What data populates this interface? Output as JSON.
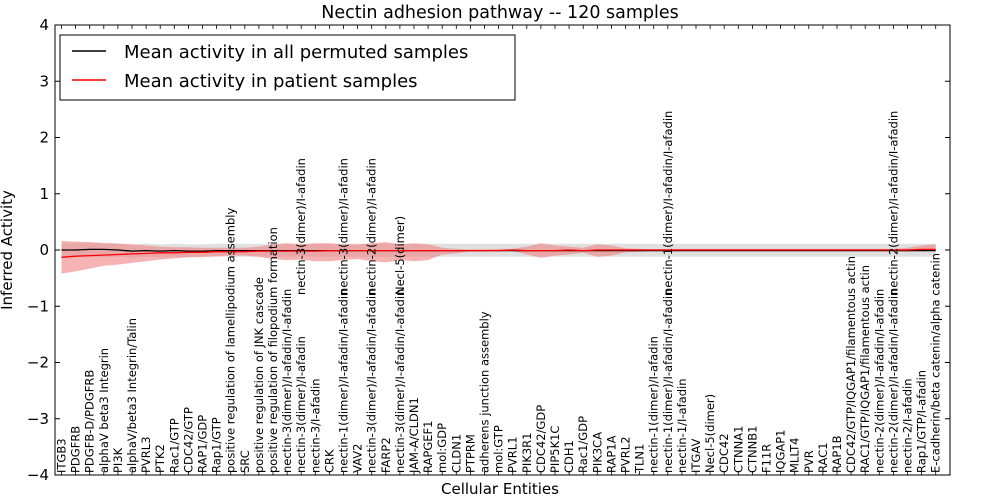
{
  "chart_data": {
    "type": "line",
    "title": "Nectin adhesion pathway -- 120 samples",
    "xlabel": "Cellular Entities",
    "ylabel": "Inferred Activity",
    "ylim": [
      -4,
      4
    ],
    "yticks": [
      "−4",
      "−3",
      "−2",
      "−1",
      "0",
      "1",
      "2",
      "3",
      "4"
    ],
    "legend_position": "top-left",
    "grid": false,
    "categories": [
      "ITGB3",
      "PDGFRB",
      "PDGFB-D/PDGFRB",
      "alphaV beta3 Integrin",
      "PI3K",
      "alphaV/beta3 Integrin/Talin",
      "PVRL3",
      "PTK2",
      "Rac1/GTP",
      "CDC42/GTP",
      "RAP1/GDP",
      "Rap1/GTP",
      "positive regulation of lamellipodium assembly",
      "SRC",
      "positive regulation of JNK cascade",
      "positive regulation of filopodium formation",
      "nectin-3(dimer)/I-afadin/I-afadin",
      "nectin-3(dimer)/I-afadin",
      "nectin-3/I-afadin",
      "CRK",
      "nectin-1(dimer)/I-afadin/I-afadin",
      "VAV2",
      "nectin-3(dimer)/I-afadin/I-afadin",
      "FARP2",
      "nectin-3(dimer)/I-afadin/I-afadin",
      "JAM-A/CLDN1",
      "RAPGEF1",
      "mol:GDP",
      "CLDN1",
      "PTPRM",
      "adherens junction assembly",
      "mol:GTP",
      "PVRL1",
      "PIK3R1",
      "CDC42/GDP",
      "PIP5K1C",
      "CDH1",
      "Rac1/GDP",
      "PIK3CA",
      "RAP1A",
      "PVRL2",
      "TLN1",
      "nectin-1(dimer)/I-afadin",
      "nectin-1(dimer)/I-afadin/I-afadin",
      "nectin-1/I-afadin",
      "ITGAV",
      "Necl-5(dimer)",
      "CDC42",
      "CTNNA1",
      "CTNNB1",
      "F11R",
      "IQGAP1",
      "MLLT4",
      "PVR",
      "RAC1",
      "RAP1B",
      "CDC42/GTP/IQGAP1/filamentous actin",
      "RAC1/GTP/IQGAP1/filamentous actin",
      "nectin-2(dimer)/I-afadin/I-afadin",
      "nectin-2(dimer)/I-afadin/I-afadin",
      "nectin-2/I-afadin",
      "Rap1/GTP/I-afadin",
      "E-cadherin/beta catenin/alpha catenin"
    ],
    "upper_labels": [
      {
        "index": 17,
        "text": "nectin-3(dimer)/I-afadin"
      },
      {
        "index": 20,
        "text": "nectin-3(dimer)/I-afadin"
      },
      {
        "index": 22,
        "text": "nectin-2(dimer)/I-afadin"
      },
      {
        "index": 24,
        "text": "Necl-5(dimer)"
      },
      {
        "index": 43,
        "text": "nectin-1(dimer)/I-afadin/I-afadin"
      },
      {
        "index": 59,
        "text": "nectin-2(dimer)/I-afadin/I-afadin"
      }
    ],
    "series": [
      {
        "name": "Mean activity in all permuted samples",
        "color": "#000000",
        "band_color": "#bbbbbb",
        "values": [
          0.0,
          0.0,
          0.01,
          0.01,
          0.0,
          -0.02,
          -0.01,
          -0.02,
          -0.01,
          -0.02,
          -0.02,
          -0.01,
          -0.01,
          -0.01,
          -0.01,
          -0.01,
          -0.01,
          -0.01,
          -0.01,
          -0.01,
          -0.01,
          -0.01,
          -0.01,
          -0.01,
          -0.01,
          -0.01,
          -0.01,
          -0.01,
          -0.01,
          -0.01,
          -0.01,
          -0.01,
          -0.01,
          -0.01,
          -0.01,
          -0.01,
          -0.01,
          -0.01,
          -0.01,
          -0.01,
          -0.01,
          -0.01,
          -0.01,
          -0.01,
          -0.01,
          -0.01,
          -0.01,
          -0.01,
          -0.01,
          -0.01,
          -0.01,
          -0.01,
          -0.01,
          -0.01,
          -0.01,
          -0.01,
          -0.01,
          -0.01,
          -0.01,
          -0.01,
          -0.01,
          -0.01,
          -0.01
        ],
        "lower": [
          -0.14,
          -0.12,
          -0.12,
          -0.13,
          -0.12,
          -0.14,
          -0.12,
          -0.13,
          -0.12,
          -0.13,
          -0.13,
          -0.12,
          -0.12,
          -0.12,
          -0.12,
          -0.12,
          -0.12,
          -0.12,
          -0.12,
          -0.12,
          -0.12,
          -0.12,
          -0.12,
          -0.12,
          -0.12,
          -0.12,
          -0.12,
          -0.12,
          -0.12,
          -0.12,
          -0.12,
          -0.12,
          -0.12,
          -0.12,
          -0.12,
          -0.12,
          -0.12,
          -0.12,
          -0.12,
          -0.12,
          -0.12,
          -0.12,
          -0.12,
          -0.12,
          -0.12,
          -0.12,
          -0.12,
          -0.12,
          -0.12,
          -0.12,
          -0.12,
          -0.12,
          -0.12,
          -0.12,
          -0.12,
          -0.12,
          -0.12,
          -0.12,
          -0.12,
          -0.12,
          -0.12,
          -0.12,
          -0.12
        ],
        "upper": [
          0.12,
          0.12,
          0.13,
          0.13,
          0.12,
          0.1,
          0.11,
          0.1,
          0.11,
          0.1,
          0.1,
          0.11,
          0.11,
          0.11,
          0.11,
          0.11,
          0.11,
          0.11,
          0.11,
          0.11,
          0.11,
          0.11,
          0.11,
          0.11,
          0.11,
          0.11,
          0.11,
          0.11,
          0.11,
          0.11,
          0.11,
          0.11,
          0.11,
          0.11,
          0.11,
          0.11,
          0.11,
          0.11,
          0.11,
          0.11,
          0.11,
          0.11,
          0.11,
          0.11,
          0.11,
          0.11,
          0.11,
          0.11,
          0.11,
          0.11,
          0.11,
          0.11,
          0.11,
          0.11,
          0.11,
          0.11,
          0.11,
          0.11,
          0.11,
          0.11,
          0.11,
          0.11,
          0.11
        ]
      },
      {
        "name": "Mean activity in patient samples",
        "color": "#ff0000",
        "band_color": "#f08080",
        "values": [
          -0.13,
          -0.11,
          -0.1,
          -0.09,
          -0.08,
          -0.07,
          -0.06,
          -0.05,
          -0.05,
          -0.04,
          -0.04,
          -0.03,
          -0.03,
          -0.03,
          -0.02,
          -0.02,
          -0.02,
          -0.02,
          -0.02,
          -0.01,
          -0.01,
          -0.01,
          -0.01,
          -0.01,
          -0.01,
          -0.01,
          -0.01,
          -0.01,
          -0.01,
          -0.01,
          -0.01,
          -0.01,
          0.0,
          -0.01,
          -0.01,
          -0.01,
          0.0,
          -0.01,
          0.0,
          0.0,
          0.0,
          0.0,
          0.0,
          0.0,
          0.0,
          0.0,
          0.0,
          0.0,
          0.0,
          0.0,
          0.0,
          0.0,
          0.0,
          0.0,
          0.0,
          0.0,
          0.0,
          0.0,
          0.0,
          0.0,
          0.0,
          0.01,
          0.01
        ],
        "lower": [
          -0.42,
          -0.38,
          -0.33,
          -0.28,
          -0.26,
          -0.23,
          -0.2,
          -0.17,
          -0.15,
          -0.13,
          -0.12,
          -0.11,
          -0.1,
          -0.1,
          -0.12,
          -0.16,
          -0.18,
          -0.17,
          -0.2,
          -0.2,
          -0.18,
          -0.16,
          -0.2,
          -0.22,
          -0.18,
          -0.2,
          -0.18,
          -0.08,
          -0.06,
          -0.02,
          -0.01,
          -0.02,
          -0.02,
          -0.08,
          -0.14,
          -0.1,
          -0.08,
          -0.05,
          -0.12,
          -0.1,
          -0.04,
          -0.03,
          -0.02,
          -0.03,
          -0.02,
          -0.02,
          -0.02,
          -0.02,
          -0.02,
          -0.02,
          -0.02,
          -0.02,
          -0.02,
          -0.02,
          -0.02,
          -0.02,
          -0.02,
          -0.02,
          -0.02,
          -0.02,
          -0.03,
          -0.02,
          -0.02
        ],
        "upper": [
          0.16,
          0.15,
          0.14,
          0.12,
          0.11,
          0.1,
          0.08,
          0.06,
          0.05,
          0.05,
          0.04,
          0.04,
          0.04,
          0.04,
          0.06,
          0.1,
          0.12,
          0.1,
          0.12,
          0.12,
          0.1,
          0.1,
          0.12,
          0.14,
          0.1,
          0.12,
          0.1,
          0.04,
          0.02,
          0.01,
          0.01,
          0.02,
          0.02,
          0.06,
          0.12,
          0.08,
          0.06,
          0.04,
          0.1,
          0.08,
          0.03,
          0.02,
          0.01,
          0.02,
          0.02,
          0.02,
          0.02,
          0.02,
          0.02,
          0.02,
          0.02,
          0.02,
          0.02,
          0.02,
          0.02,
          0.02,
          0.02,
          0.02,
          0.02,
          0.02,
          0.04,
          0.08,
          0.1
        ]
      }
    ]
  }
}
